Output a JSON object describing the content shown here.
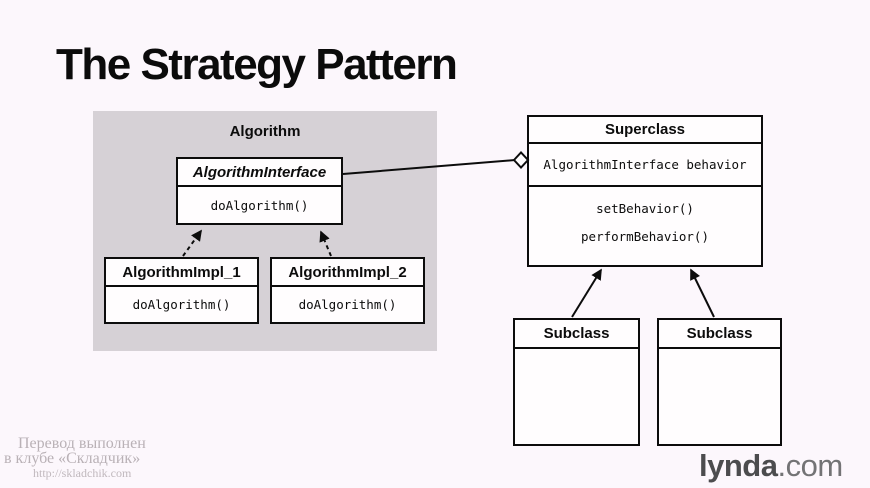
{
  "slide": {
    "title": "The Strategy Pattern"
  },
  "diagram": {
    "group": {
      "label": "Algorithm"
    },
    "interface": {
      "name": "AlgorithmInterface",
      "method": "doAlgorithm()"
    },
    "impl1": {
      "name": "AlgorithmImpl_1",
      "method": "doAlgorithm()"
    },
    "impl2": {
      "name": "AlgorithmImpl_2",
      "method": "doAlgorithm()"
    },
    "superclass": {
      "name": "Superclass",
      "attribute": "AlgorithmInterface behavior",
      "methods": [
        "setBehavior()",
        "performBehavior()"
      ]
    },
    "subclasses": [
      {
        "name": "Subclass"
      },
      {
        "name": "Subclass"
      }
    ]
  },
  "watermark": {
    "lines": [
      "Перевод выполнен",
      "в клубе «Складчик»",
      "http://skladchik.com"
    ]
  },
  "branding": {
    "name": "lynda",
    "suffix": ".com"
  },
  "colors": {
    "background": "#fcf7fc",
    "panel": "#d6d1d6",
    "box_fill": "#fffdfe",
    "line": "#0c0c0c",
    "watermark": "#b9b1b6",
    "logo_dark": "#4c4c4e",
    "logo_light": "#737375"
  }
}
